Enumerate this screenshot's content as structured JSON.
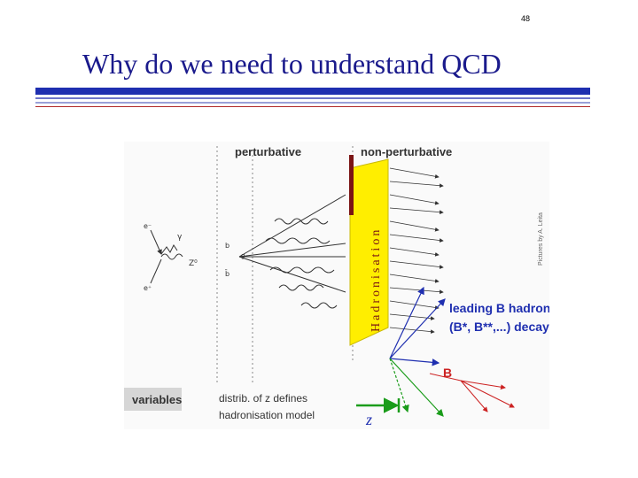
{
  "slide": {
    "page_number": "48",
    "title": "Why do we need to understand QCD"
  },
  "figure": {
    "label_perturbative": "perturbative",
    "label_nonperturbative": "non-perturbative",
    "label_hadronisation": "Hadronisation",
    "label_credit": "Pictures by A. Leita",
    "label_leading": "leading B hadron",
    "label_decay": "(B*, B**,...) decay?",
    "label_b": "B",
    "label_z": "z",
    "label_variables": "variables",
    "label_distrib_line1": "distrib. of z defines",
    "label_distrib_line2": "hadronisation model",
    "label_gamma": "γ",
    "label_z0": "Z⁰",
    "label_e_minus": "e⁻",
    "label_e_plus": "e⁺",
    "label_b_quark": "b",
    "label_bbar": "b̄",
    "label_g": "g",
    "colors": {
      "title": "#1a1a8c",
      "hadronisation_band": "#ffee00",
      "dark_red_bar": "#7a1414",
      "blue_arrows": "#1f2fb0",
      "red_arrows": "#cc2222",
      "green_arrows": "#1a9c1a",
      "variables_box": "#d6d6d6"
    }
  }
}
